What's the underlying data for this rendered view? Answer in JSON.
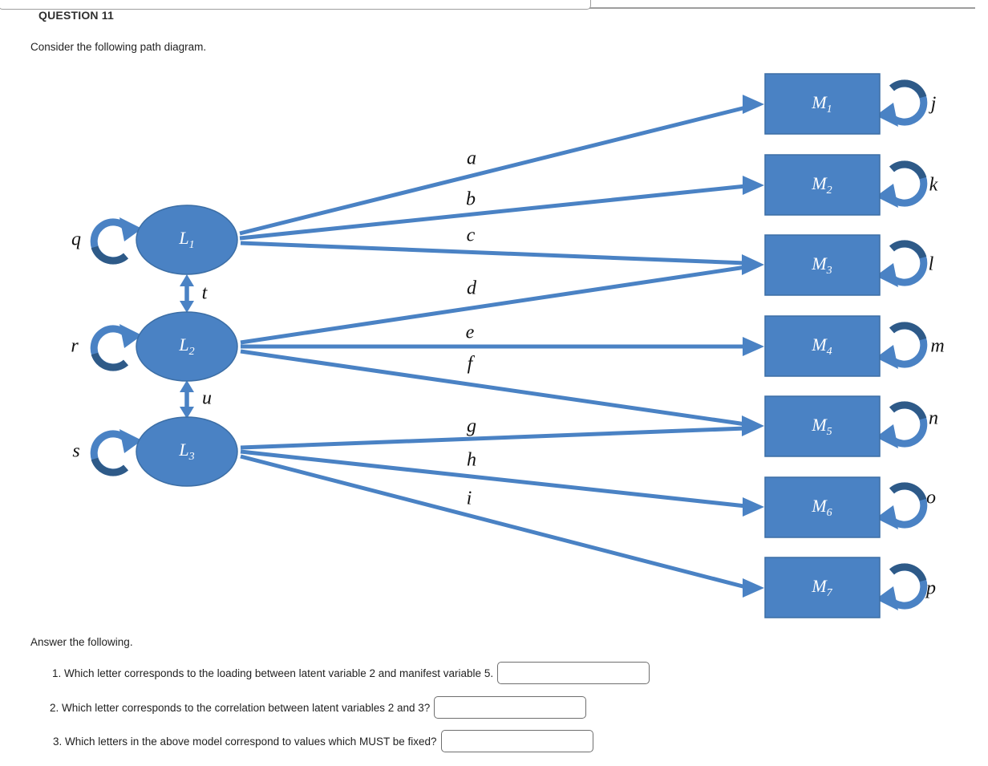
{
  "page": {
    "question_label": "QUESTION 11",
    "intro": "Consider the following path diagram.",
    "answer_heading": "Answer the following."
  },
  "diagram": {
    "colors": {
      "shape_fill": "#4a82c4",
      "shape_stroke": "#3c6ea5",
      "loop_dark": "#2e5a88",
      "arrow_blue": "#4a82c4"
    },
    "latent_nodes": [
      {
        "name": "L",
        "sub": "1",
        "variance_label": "q"
      },
      {
        "name": "L",
        "sub": "2",
        "variance_label": "r"
      },
      {
        "name": "L",
        "sub": "3",
        "variance_label": "s"
      }
    ],
    "manifest_nodes": [
      {
        "name": "M",
        "sub": "1",
        "error_label": "j"
      },
      {
        "name": "M",
        "sub": "2",
        "error_label": "k"
      },
      {
        "name": "M",
        "sub": "3",
        "error_label": "l"
      },
      {
        "name": "M",
        "sub": "4",
        "error_label": "m"
      },
      {
        "name": "M",
        "sub": "5",
        "error_label": "n"
      },
      {
        "name": "M",
        "sub": "6",
        "error_label": "o"
      },
      {
        "name": "M",
        "sub": "7",
        "error_label": "p"
      }
    ],
    "covariances": [
      {
        "between": "L1-L2",
        "label": "t"
      },
      {
        "between": "L2-L3",
        "label": "u"
      }
    ],
    "edges": [
      {
        "from": "L1",
        "to": "M1",
        "label": "a"
      },
      {
        "from": "L1",
        "to": "M2",
        "label": "b"
      },
      {
        "from": "L1",
        "to": "M3",
        "label": "c"
      },
      {
        "from": "L2",
        "to": "M3",
        "label": "d"
      },
      {
        "from": "L2",
        "to": "M4",
        "label": "e"
      },
      {
        "from": "L2",
        "to": "M5",
        "label": "f"
      },
      {
        "from": "L3",
        "to": "M5",
        "label": "g"
      },
      {
        "from": "L3",
        "to": "M6",
        "label": "h"
      },
      {
        "from": "L3",
        "to": "M7",
        "label": "i"
      }
    ]
  },
  "questions": [
    {
      "label": "1. Which letter corresponds to the loading between latent variable 2 and manifest variable 5.",
      "value": ""
    },
    {
      "label": "2. Which letter corresponds to the correlation between latent variables 2 and 3?",
      "value": ""
    },
    {
      "label": "3. Which letters in the above model correspond to values which MUST be fixed?",
      "value": ""
    }
  ]
}
